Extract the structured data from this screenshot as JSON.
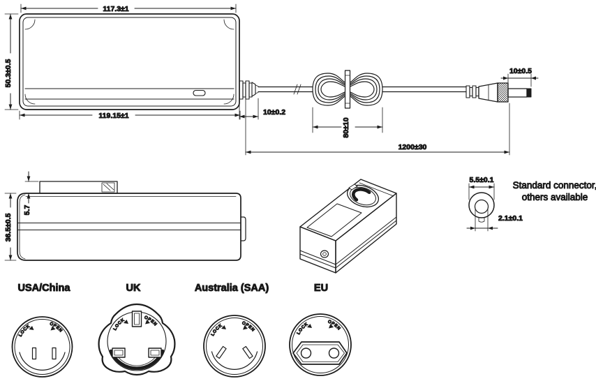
{
  "dims": {
    "top_width": "117.3±1",
    "body_height": "50.3±0.5",
    "bottom_width": "119.15±1"
  },
  "cable": {
    "strain_relief": "10±0.2",
    "coil": "80±10",
    "length": "1200±30",
    "plug": "10±0.5"
  },
  "side": {
    "height": "36.5±0.5",
    "step": "5.7"
  },
  "connector": {
    "outer": "5.5±0.1",
    "inner": "2.1±0.1",
    "note1": "Standard connector,",
    "note2": "others available"
  },
  "plugs": {
    "usa": {
      "label": "USA/China"
    },
    "uk": {
      "label": "UK"
    },
    "aus": {
      "label": "Australia (SAA)"
    },
    "eu": {
      "label": "EU"
    },
    "lock": "LOCK",
    "open": "OPEN"
  },
  "colors": {
    "line": "#1c1c1c",
    "bg": "#ffffff"
  }
}
